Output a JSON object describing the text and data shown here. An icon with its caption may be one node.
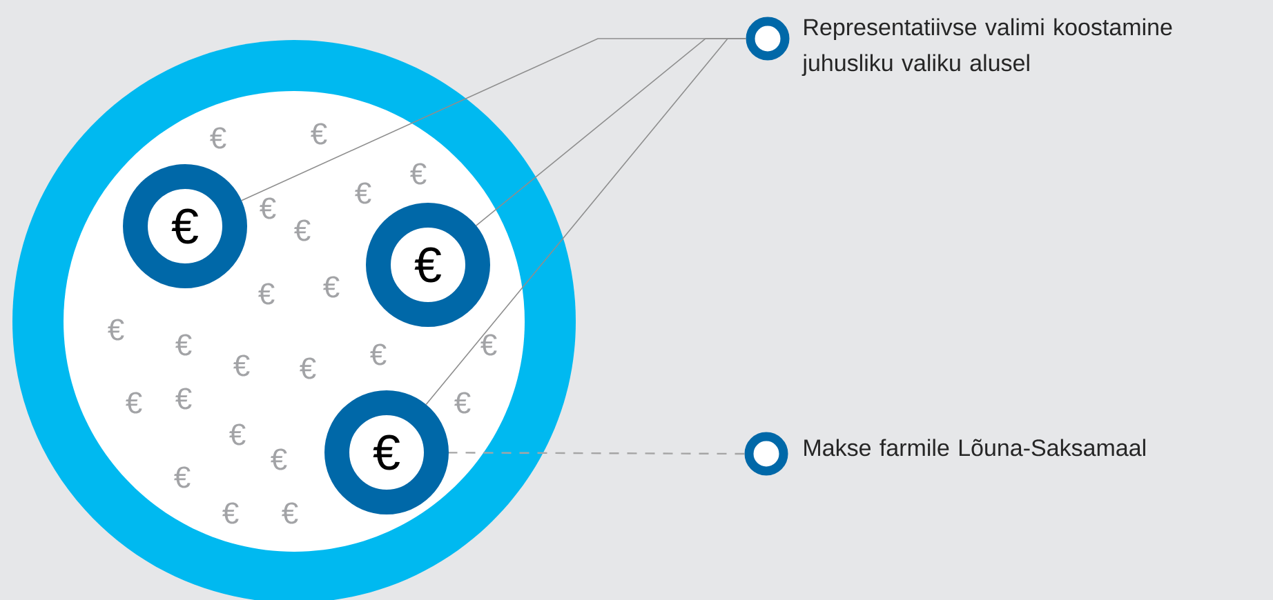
{
  "diagram": {
    "nodes": [
      {
        "text": [],
        "shape": "circle"
      },
      {
        "text": [
          "€"
        ],
        "in": 0
      },
      {
        "text": [
          "€"
        ],
        "in": 0
      },
      {
        "text": [
          "€"
        ],
        "in": 0
      },
      {
        "text": [],
        "shape": "circle",
        "beside": [
          "Representatiivse valimi koostamine juhusliku valiku alusel"
        ]
      },
      {
        "text": [],
        "shape": "circle",
        "beside": [
          "Makse farmile Lõuna-Saksamaal"
        ]
      }
    ],
    "edges": [
      {
        "from": 4,
        "to": 1,
        "arrow": "none"
      },
      {
        "from": 4,
        "to": 2,
        "arrow": "none"
      },
      {
        "from": 4,
        "to": 3,
        "arrow": "none"
      },
      {
        "from": 5,
        "to": 3,
        "arrow": "none",
        "style": "dashed"
      }
    ],
    "labels": [
      "€",
      "€",
      "€",
      "€",
      "€",
      "€",
      "€",
      "€",
      "€",
      "€",
      "€",
      "€",
      "€",
      "€",
      "€",
      "€",
      "€",
      "€",
      "€",
      "€",
      "€",
      "€"
    ]
  }
}
